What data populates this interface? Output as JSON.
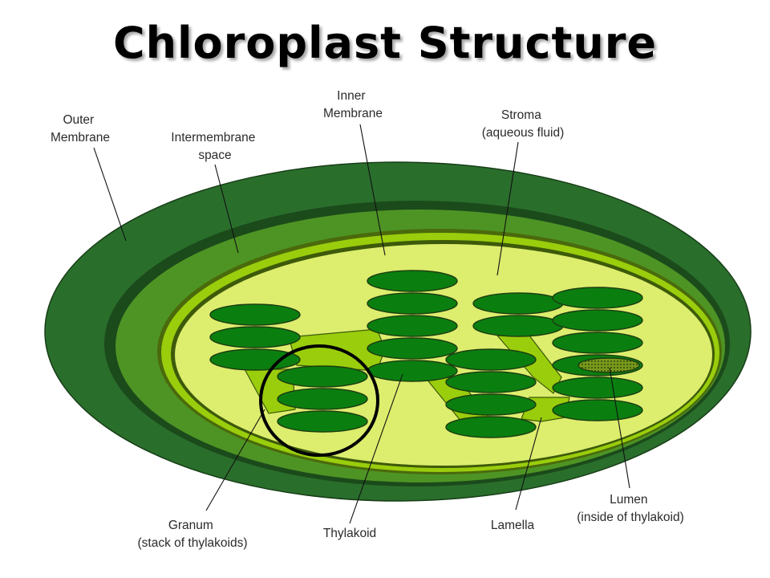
{
  "title": "Chloroplast Structure",
  "labels": {
    "outer_membrane": [
      "Outer",
      "Membrane"
    ],
    "intermembrane_space": [
      "Intermembrane",
      "space"
    ],
    "inner_membrane": [
      "Inner",
      "Membrane"
    ],
    "stroma": [
      "Stroma",
      "(aqueous fluid)"
    ],
    "granum": [
      "Granum",
      "(stack of thylakoids)"
    ],
    "thylakoid": [
      "Thylakoid"
    ],
    "lamella": [
      "Lamella"
    ],
    "lumen": [
      "Lumen",
      "(inside of thylakoid)"
    ]
  },
  "colors": {
    "outer_membrane": "#2a6e2c",
    "dark_band": "#1b4a1b",
    "intermembrane": "#4e9424",
    "inner_band": "#9acd0c",
    "stroma": "#dded6e",
    "thylakoid": "#0a7f10",
    "lumen": "#6b8a1a",
    "highlight_circle": "#000000"
  }
}
